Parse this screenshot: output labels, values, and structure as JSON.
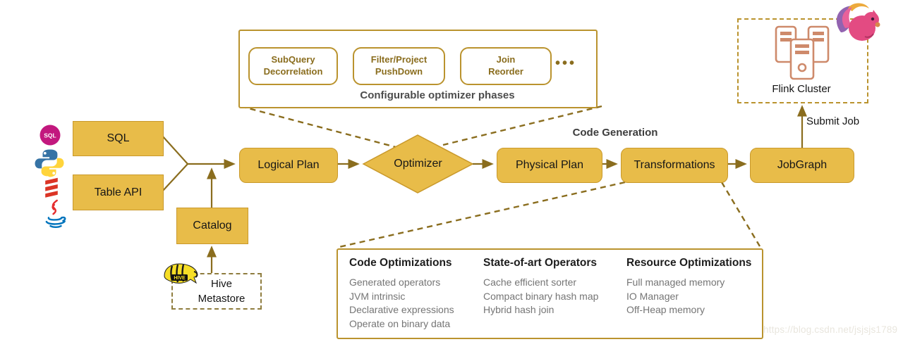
{
  "sources": {
    "sql": "SQL",
    "table_api": "Table API"
  },
  "pipeline": {
    "logical_plan": "Logical Plan",
    "optimizer": "Optimizer",
    "physical_plan": "Physical Plan",
    "transformations": "Transformations",
    "jobgraph": "JobGraph"
  },
  "labels": {
    "code_generation": "Code Generation",
    "submit_job": "Submit Job"
  },
  "catalog": {
    "label": "Catalog"
  },
  "hive_metastore": {
    "label": "Hive\nMetastore"
  },
  "flink_cluster": {
    "label": "Flink Cluster"
  },
  "optimizer_phases": {
    "caption": "Configurable optimizer phases",
    "phases": [
      "SubQuery\nDecorrelation",
      "Filter/Project\nPushDown",
      "Join\nReorder"
    ],
    "more_dots": "•••"
  },
  "optimizations": {
    "columns": [
      {
        "title": "Code Optimizations",
        "items": [
          "Generated operators",
          "JVM intrinsic",
          "Declarative expressions",
          "Operate on binary data"
        ]
      },
      {
        "title": "State-of-art Operators",
        "items": [
          "Cache efficient sorter",
          "Compact binary hash map",
          "Hybrid hash join"
        ]
      },
      {
        "title": "Resource Optimizations",
        "items": [
          "Full managed memory",
          "IO Manager",
          "Off-Heap memory"
        ]
      }
    ]
  },
  "icons": {
    "sql_badge": "sql-badge-icon",
    "sql_badge_text": "SQL",
    "python": "python-icon",
    "scala": "scala-icon",
    "java": "java-icon",
    "hive": "hive-icon",
    "hive_text": "HIVE",
    "flink_squirrel": "flink-squirrel-icon",
    "servers": "server-cluster-icon"
  },
  "watermark": "https://blog.csdn.net/jsjsjs1789",
  "colors": {
    "node_fill": "#E8BC49",
    "node_border": "#C9992B",
    "connector": "#8A6D1E",
    "phase_text": "#8A6D1E",
    "server_icon": "#CE8A6B",
    "sql_badge": "#C2187E"
  }
}
